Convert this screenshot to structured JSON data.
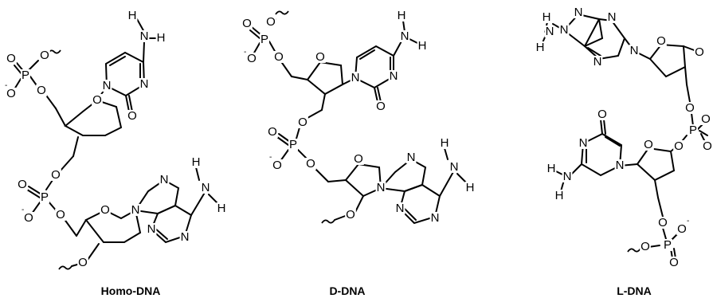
{
  "captions": {
    "homo": "Homo-DNA",
    "d": "D-DNA",
    "l": "L-DNA"
  },
  "atoms": {
    "O": "O",
    "N": "N",
    "P": "P",
    "H": "H",
    "minus": "-"
  }
}
